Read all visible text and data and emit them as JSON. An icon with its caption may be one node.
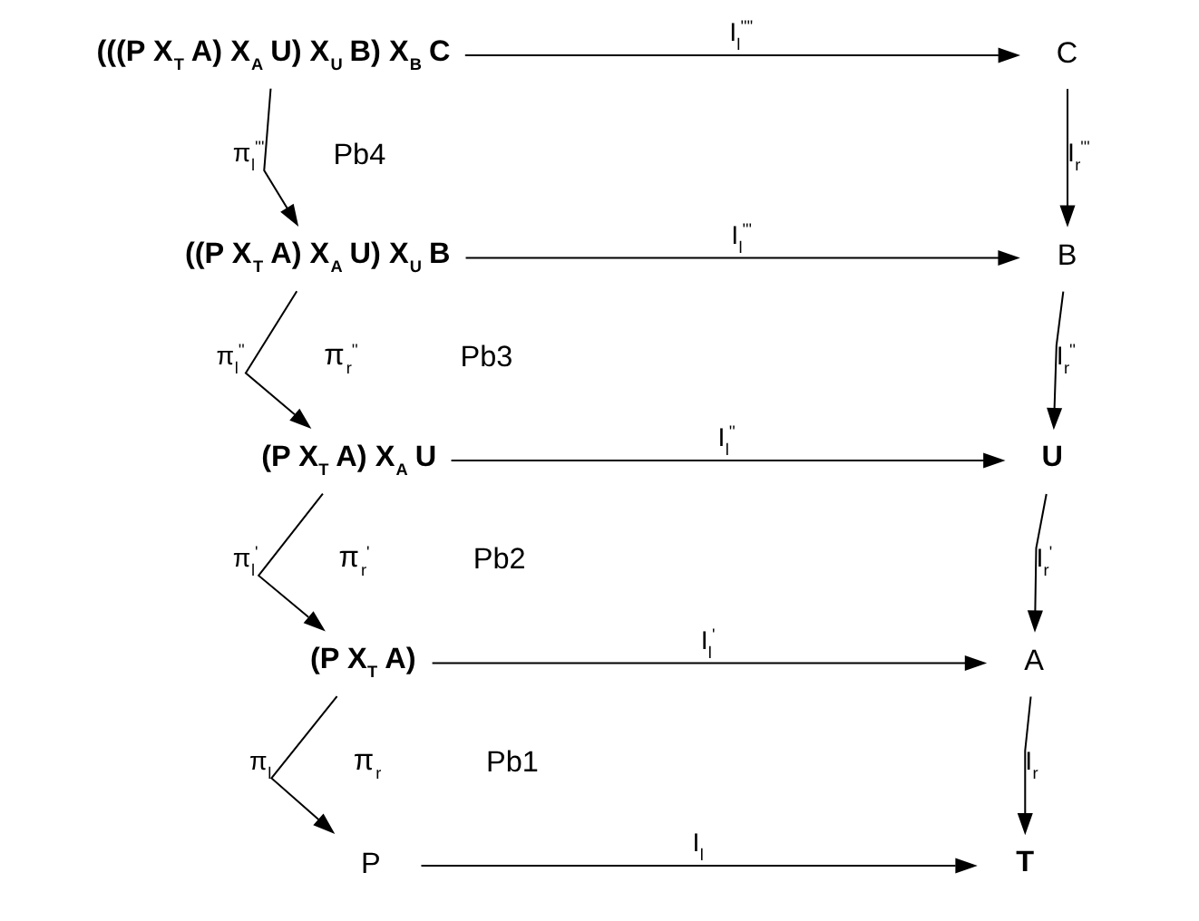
{
  "diagram": {
    "nodes": [
      {
        "text": [
          "(((P X$_{T}$ A) X$_{A}$ U) X$_{U}$ B) X$_{B}$ C"
        ]
      },
      {
        "text": [
          "C"
        ]
      },
      {
        "text": [
          "((P X$_{T}$ A) X$_{A}$ U) X$_{U}$ B"
        ]
      },
      {
        "text": [
          "B"
        ]
      },
      {
        "text": [
          "(P X$_{T}$ A) X$_{A}$ U"
        ]
      },
      {
        "text": [
          "U"
        ]
      },
      {
        "text": [
          "(P X$_{T}$ A)"
        ]
      },
      {
        "text": [
          "A"
        ]
      },
      {
        "text": [
          "P"
        ]
      },
      {
        "text": [
          "T"
        ]
      }
    ],
    "edges": [
      {
        "from": 0,
        "to": 1,
        "arrow": "to",
        "label": "I$_{l}$$^{''''}$"
      },
      {
        "from": 0,
        "to": 2,
        "arrow": "to",
        "label": "π$_{l}$$^{'''}$"
      },
      {
        "from": 1,
        "to": 3,
        "arrow": "to",
        "label": "I$_{r}$$^{'''}$"
      },
      {
        "from": 2,
        "to": 3,
        "arrow": "to",
        "label": "I$_{l}$$^{'''}$"
      },
      {
        "from": 2,
        "to": 4,
        "arrow": "to",
        "label": "π$_{l}$$^{''}$"
      },
      {
        "from": 3,
        "to": 5,
        "arrow": "to",
        "label": "I$_{r}$$^{''}$"
      },
      {
        "from": 4,
        "to": 5,
        "arrow": "to",
        "label": "I$_{l}$$^{''}$"
      },
      {
        "from": 4,
        "to": 6,
        "arrow": "to",
        "label": "π$_{l}$$^{'}$"
      },
      {
        "from": 5,
        "to": 7,
        "arrow": "to",
        "label": "I$_{r}$$^{'}$"
      },
      {
        "from": 6,
        "to": 7,
        "arrow": "to",
        "label": "I$_{l}$$^{'}$"
      },
      {
        "from": 6,
        "to": 8,
        "arrow": "to",
        "label": "π$_{l}$"
      },
      {
        "from": 7,
        "to": 9,
        "arrow": "to",
        "label": "I$_{r}$"
      },
      {
        "from": 8,
        "to": 9,
        "arrow": "to",
        "label": "I$_{l}$"
      }
    ],
    "labels": [
      "Pb4",
      "π$_{r}$$^{''}$",
      "Pb3",
      "π$_{r}$$^{'}$",
      "Pb2",
      "π$_{r}$",
      "Pb1"
    ]
  }
}
